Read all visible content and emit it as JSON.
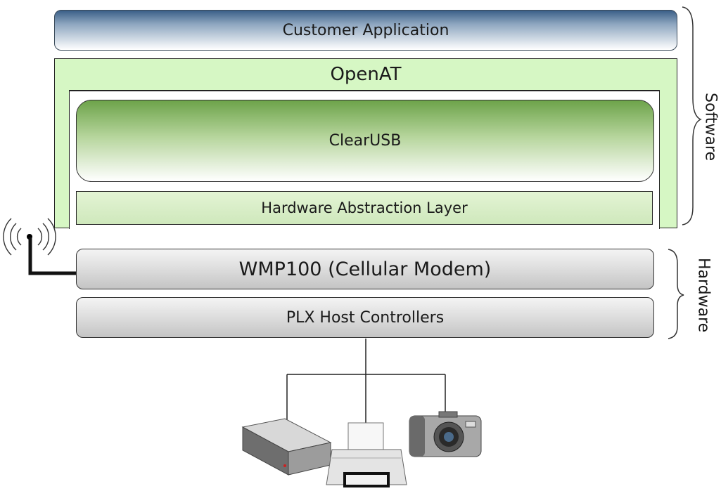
{
  "layers": {
    "customer_application": "Customer Application",
    "openat": "OpenAT",
    "clearusb": "ClearUSB",
    "hal": "Hardware Abstraction Layer",
    "wmp100": "WMP100 (Cellular Modem)",
    "plx": "PLX Host Controllers"
  },
  "groups": {
    "software": "Software",
    "hardware": "Hardware"
  },
  "devices": [
    "storage-drive-icon",
    "printer-icon",
    "camera-icon"
  ],
  "icons": {
    "antenna": "antenna-icon"
  },
  "colors": {
    "customer_gradient_top": "#3a5f88",
    "openat_fill": "#d6f7c4",
    "clearusb_gradient_top": "#6da34a",
    "hal_fill": "#cfe8bc",
    "hardware_fill": "#d8d8d8"
  }
}
